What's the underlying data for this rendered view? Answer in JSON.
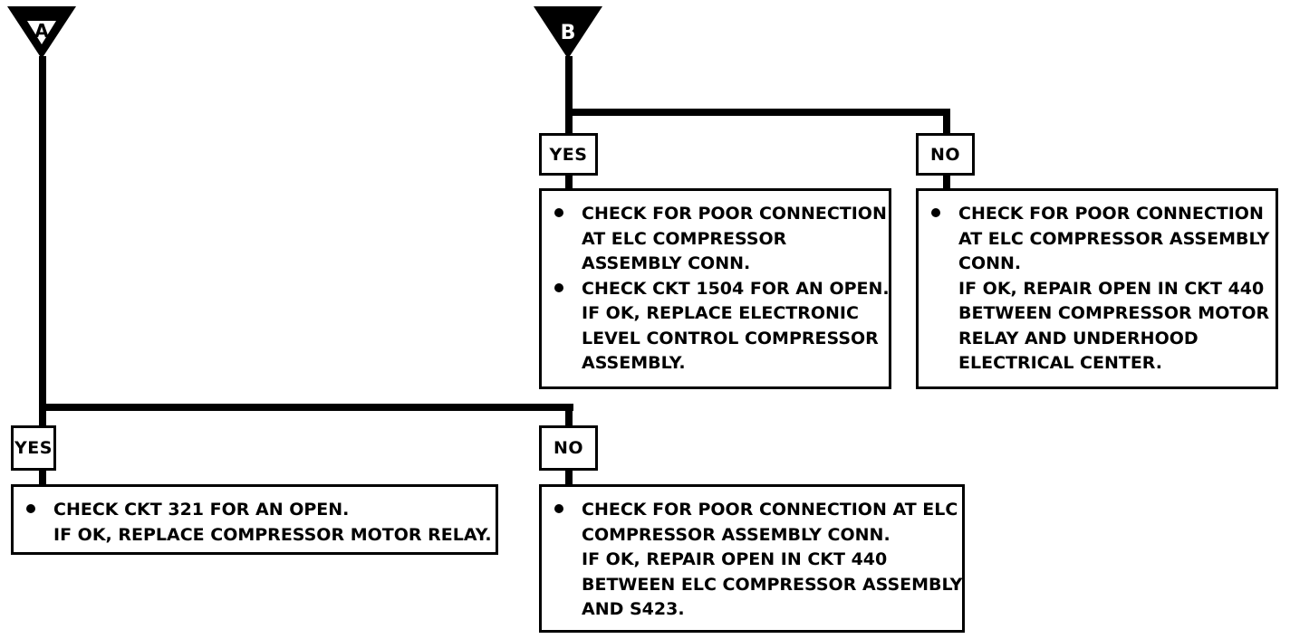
{
  "diagram": {
    "markers": [
      {
        "id": "A",
        "label": "A"
      },
      {
        "id": "B",
        "label": "B"
      }
    ],
    "branches": {
      "B_yes": {
        "label": "YES",
        "items": [
          {
            "bullet": true,
            "lines": [
              "CHECK FOR POOR CONNECTION",
              "AT ELC COMPRESSOR",
              "ASSEMBLY CONN."
            ]
          },
          {
            "bullet": true,
            "lines": [
              "CHECK CKT 1504 FOR AN OPEN.",
              "IF OK, REPLACE ELECTRONIC",
              "LEVEL CONTROL COMPRESSOR",
              "ASSEMBLY."
            ]
          }
        ]
      },
      "B_no": {
        "label": "NO",
        "items": [
          {
            "bullet": true,
            "lines": [
              "CHECK FOR POOR CONNECTION",
              "AT ELC COMPRESSOR ASSEMBLY",
              "CONN.",
              "IF OK, REPAIR OPEN IN CKT 440",
              "BETWEEN COMPRESSOR MOTOR",
              "RELAY AND UNDERHOOD",
              "ELECTRICAL CENTER."
            ]
          }
        ]
      },
      "A_yes": {
        "label": "YES",
        "items": [
          {
            "bullet": true,
            "lines": [
              "CHECK CKT 321 FOR AN OPEN.",
              "IF OK, REPLACE COMPRESSOR MOTOR RELAY."
            ]
          }
        ]
      },
      "A_no": {
        "label": "NO",
        "items": [
          {
            "bullet": true,
            "lines": [
              "CHECK FOR POOR CONNECTION AT ELC",
              "COMPRESSOR ASSEMBLY CONN.",
              "IF OK, REPAIR OPEN IN CKT 440",
              "BETWEEN ELC COMPRESSOR ASSEMBLY",
              "AND S423."
            ]
          }
        ]
      }
    }
  }
}
